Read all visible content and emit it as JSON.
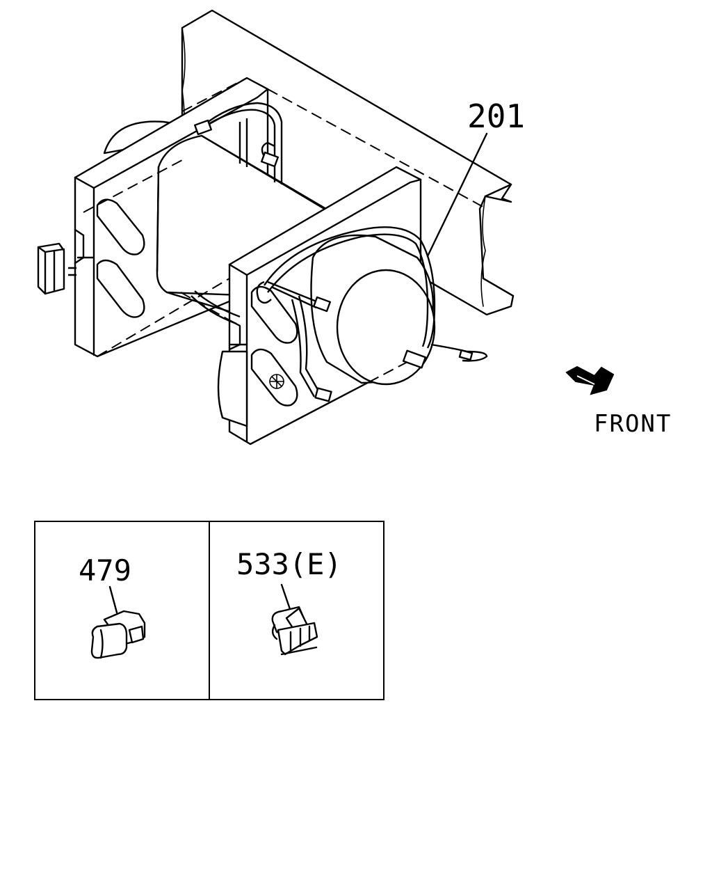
{
  "callouts": {
    "harness": "201",
    "connector": "479",
    "clip": "533(E)"
  },
  "orientation": {
    "label": "FRONT"
  },
  "icons": {
    "direction": "front-arrow-icon",
    "assembly": "blower-motor-assembly",
    "connector": "connector-icon",
    "clip": "clip-icon"
  },
  "colors": {
    "ink": "#000000",
    "paper": "#ffffff"
  }
}
